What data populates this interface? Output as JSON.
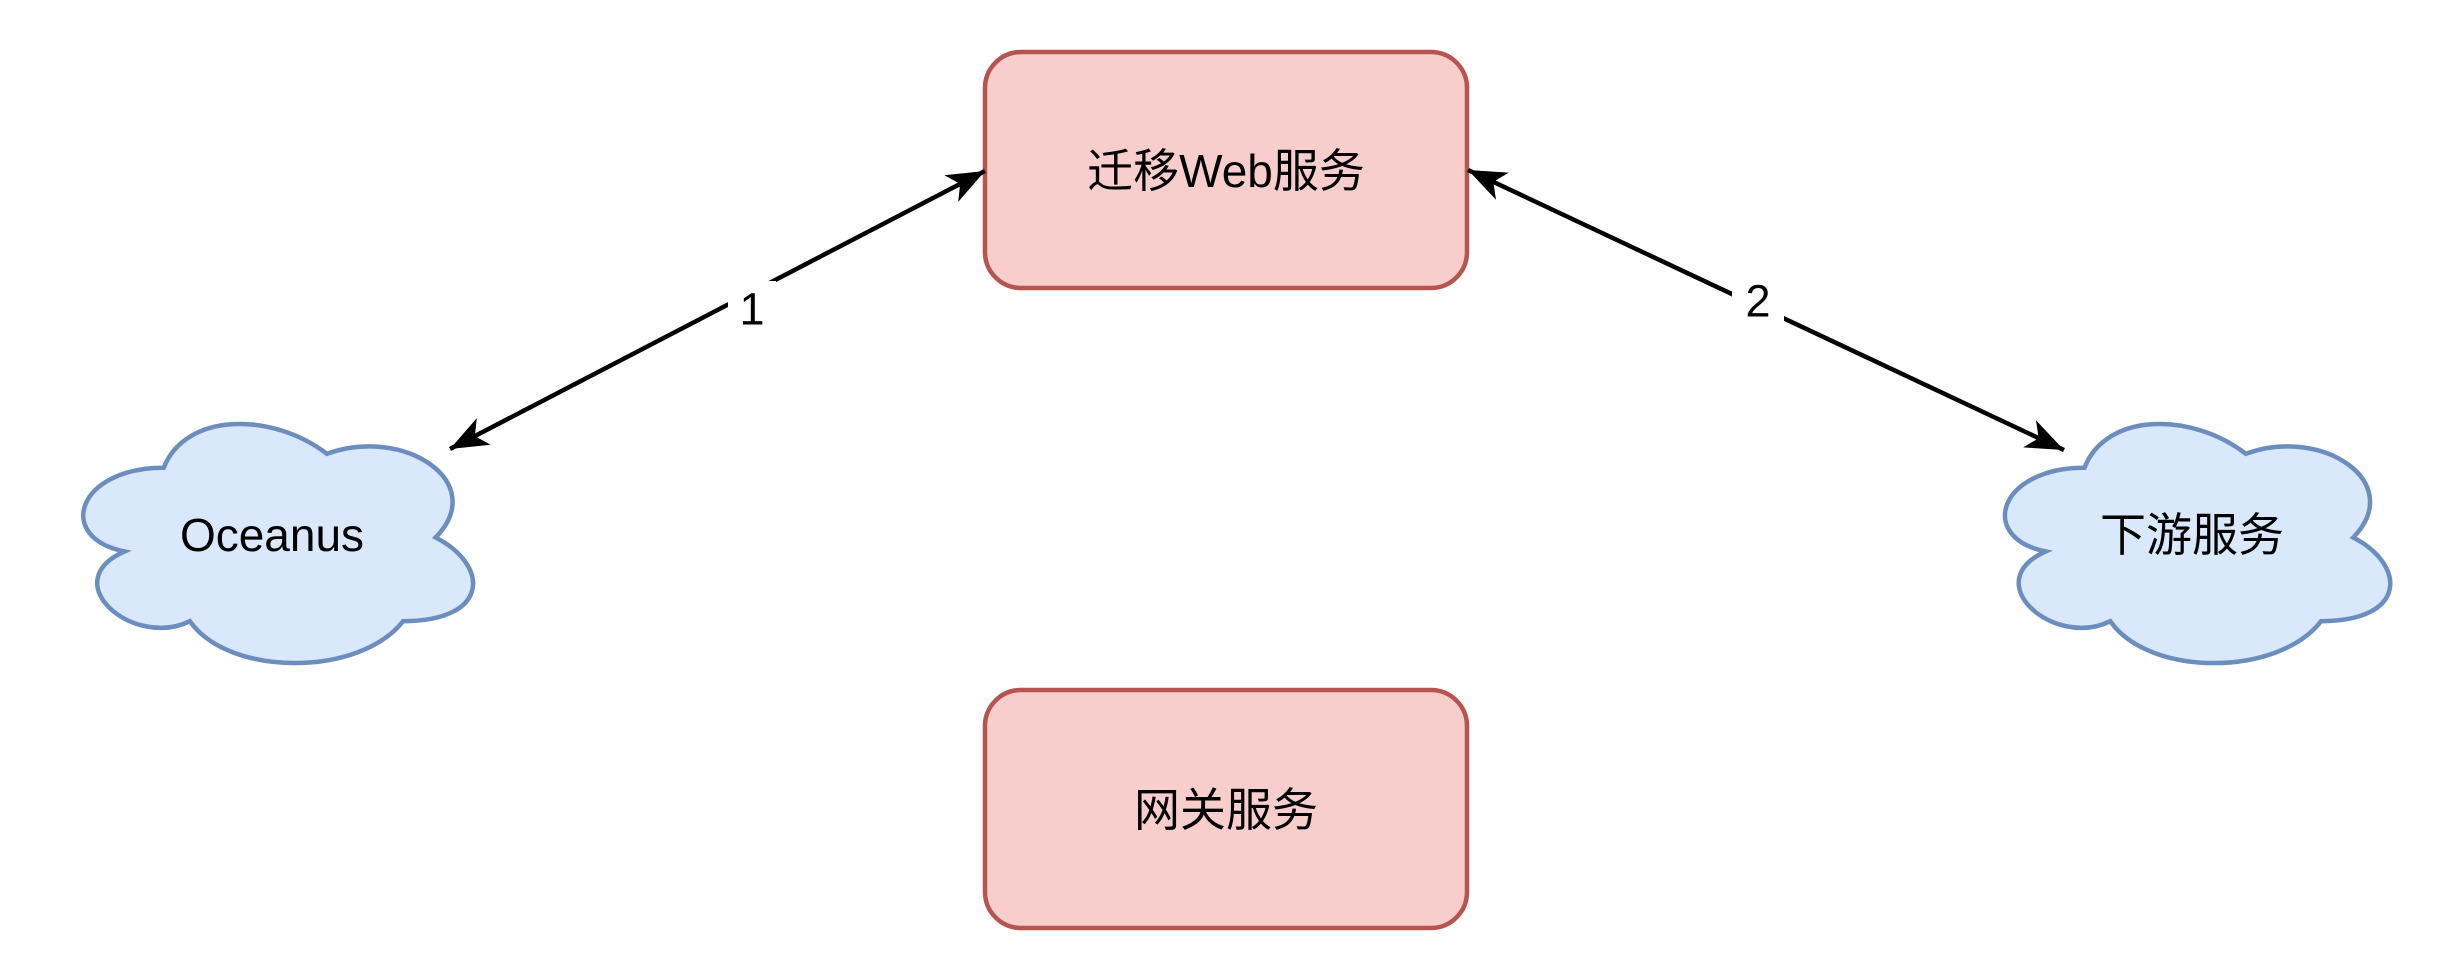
{
  "canvas": {
    "background": "#ffffff",
    "text_color": "#000000"
  },
  "nodes": {
    "migration_web_service": {
      "label": "迁移Web服务",
      "shape": "rounded-rectangle",
      "fill": "#f8cecc",
      "stroke": "#b85450"
    },
    "gateway_service": {
      "label": "网关服务",
      "shape": "rounded-rectangle",
      "fill": "#f8cecc",
      "stroke": "#b85450"
    },
    "oceanus": {
      "label": "Oceanus",
      "shape": "cloud",
      "fill": "#dae8fc",
      "stroke": "#6c8ebf"
    },
    "downstream_service": {
      "label": "下游服务",
      "shape": "cloud",
      "fill": "#dae8fc",
      "stroke": "#6c8ebf"
    }
  },
  "edges": [
    {
      "label": "1",
      "from": "oceanus",
      "to": "migration_web_service",
      "style": "bidirectional-arrow",
      "color": "#000000"
    },
    {
      "label": "2",
      "from": "downstream_service",
      "to": "migration_web_service",
      "style": "bidirectional-arrow",
      "color": "#000000"
    }
  ]
}
